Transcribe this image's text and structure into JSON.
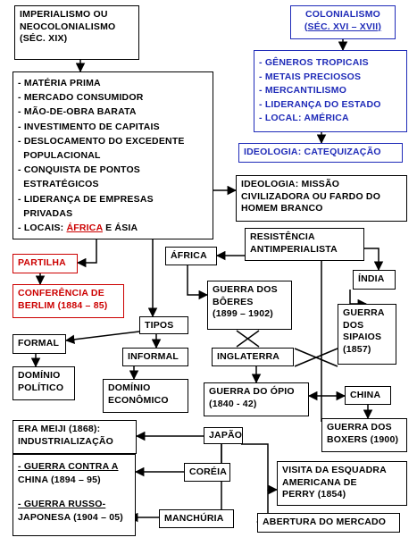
{
  "nodes": {
    "imperialismo": [
      "IMPERIALISMO OU",
      "NEOCOLONIALISMO",
      "(SÉC. XIX)"
    ],
    "colonialismo": [
      "COLONIALISMO",
      "(SÉC. XVI – XVII)"
    ],
    "col_list": [
      "- GÊNEROS TROPICAIS",
      "- METAIS PRECIOSOS",
      "- MERCANTILISMO",
      "- LIDERANÇA DO ESTADO",
      "- LOCAL: AMÉRICA"
    ],
    "ideologia_cat": "IDEOLOGIA: CATEQUIZAÇÃO",
    "imp_list": [
      "- MATÉRIA PRIMA",
      "- MERCADO CONSUMIDOR",
      "- MÃO-DE-OBRA BARATA",
      "- INVESTIMENTO DE CAPITAIS",
      "- DESLOCAMENTO DO EXCEDENTE",
      "  POPULACIONAL",
      "- CONQUISTA DE PONTOS",
      "  ESTRATÉGICOS",
      "- LIDERANÇA DE EMPRESAS",
      "  PRIVADAS"
    ],
    "locais_prefix": "- LOCAIS: ",
    "locais_africa": "ÁFRICA",
    "locais_suffix": " E ÁSIA",
    "ideologia_missao": [
      "IDEOLOGIA: MISSÃO",
      "CIVILIZADORA OU FARDO DO",
      "HOMEM BRANCO"
    ],
    "resistencia": [
      "RESISTÊNCIA",
      "ANTIMPERIALISTA"
    ],
    "partilha": "PARTILHA",
    "conferencia": [
      "CONFERÊNCIA DE",
      "BERLIM (1884 – 85)"
    ],
    "africa": "ÁFRICA",
    "india": "ÍNDIA",
    "boeres": [
      "GUERRA DOS",
      "BÔERES",
      "(1899 – 1902)"
    ],
    "sipaios": [
      "GUERRA",
      "DOS",
      "SIPAIOS",
      "(1857)"
    ],
    "tipos": "TIPOS",
    "formal": "FORMAL",
    "informal": "INFORMAL",
    "dominio_politico": [
      "DOMÍNIO",
      "POLÍTICO"
    ],
    "dominio_economico": [
      "DOMÍNIO",
      "ECONÔMICO"
    ],
    "inglaterra": "INGLATERRA",
    "opio": [
      "GUERRA DO ÓPIO",
      "(1840 - 42)"
    ],
    "china": "CHINA",
    "boxers": [
      "GUERRA DOS",
      "BOXERS (1900)"
    ],
    "meiji": [
      "ERA MEIJI (1868):",
      "INDUSTRIALIZAÇÃO"
    ],
    "japao": "JAPÃO",
    "guerra_china": [
      "- GUERRA CONTRA A",
      "CHINA (1894 – 95)"
    ],
    "guerra_russo": [
      "- GUERRA RUSSO-",
      "JAPONESA (1904 – 05)"
    ],
    "coreia": "CORÉIA",
    "manchuria": "MANCHÚRIA",
    "visita": [
      "VISITA DA ESQUADRA",
      "AMERICANA DE",
      "PERRY (1854)"
    ],
    "abertura": "ABERTURA DO MERCADO"
  }
}
